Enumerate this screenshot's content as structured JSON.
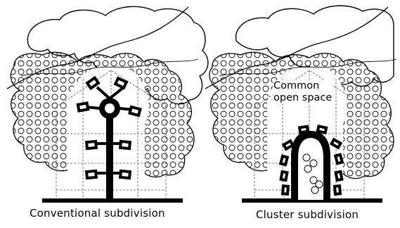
{
  "panels": [
    {
      "caption": "Conventional subdivision"
    },
    {
      "caption": "Cluster subdivision",
      "label_line1": "Common",
      "label_line2": "open space"
    }
  ]
}
